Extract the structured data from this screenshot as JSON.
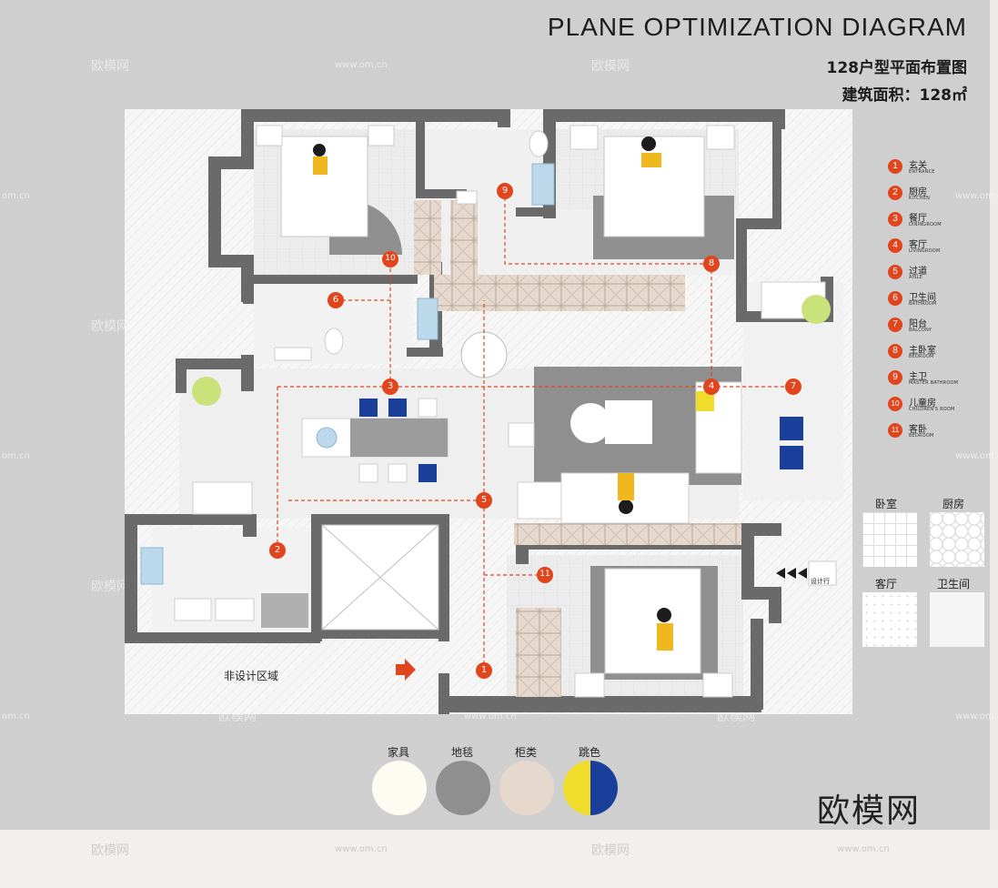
{
  "header": {
    "title": "PLANE OPTIMIZATION DIAGRAM",
    "subtitle": "128户型平面布置图",
    "area": "建筑面积：128㎡"
  },
  "legend": [
    {
      "num": "1",
      "cn": "玄关",
      "en": "ENTRANCE"
    },
    {
      "num": "2",
      "cn": "厨房",
      "en": "KITCHEN"
    },
    {
      "num": "3",
      "cn": "餐厅",
      "en": "DININGROOM"
    },
    {
      "num": "4",
      "cn": "客厅",
      "en": "LIVINGROOM"
    },
    {
      "num": "5",
      "cn": "过道",
      "en": "AISLE"
    },
    {
      "num": "6",
      "cn": "卫生间",
      "en": "BATHROOM"
    },
    {
      "num": "7",
      "cn": "阳台",
      "en": "BALCONY"
    },
    {
      "num": "8",
      "cn": "主卧室",
      "en": "BEDROOM"
    },
    {
      "num": "9",
      "cn": "主卫",
      "en": "MASTER BATHROOM"
    },
    {
      "num": "10",
      "cn": "儿童房",
      "en": "CHILDREN'S ROOM"
    },
    {
      "num": "11",
      "cn": "客卧",
      "en": "BEDROOM"
    }
  ],
  "floor_swatches": [
    {
      "label": "卧室",
      "pattern": "grid"
    },
    {
      "label": "厨房",
      "pattern": "hex"
    },
    {
      "label": "客厅",
      "pattern": "speckle"
    },
    {
      "label": "卫生间",
      "pattern": "plain"
    }
  ],
  "materials": [
    {
      "label": "家具",
      "color": "#fdfcf2"
    },
    {
      "label": "地毯",
      "color": "#8f8f8f"
    },
    {
      "label": "柜类",
      "color": "#e6d8cd"
    },
    {
      "label": "跳色",
      "color": "#f0dc2b",
      "color2": "#1a3f9a"
    }
  ],
  "plan_labels": {
    "non_design": "非设计区域",
    "design_line": "设计行"
  },
  "brand": "欧模网",
  "watermarks": {
    "logo": "欧模网",
    "url": "www.om.cn",
    "url_short": "om.cn"
  },
  "colors": {
    "wall": "#6a6a6a",
    "accent_red": "#e0451d",
    "cabinet": "#e6d8cd",
    "carpet": "#8f8f8f",
    "yellow": "#f0dc2b",
    "blue": "#1a3f9a"
  }
}
